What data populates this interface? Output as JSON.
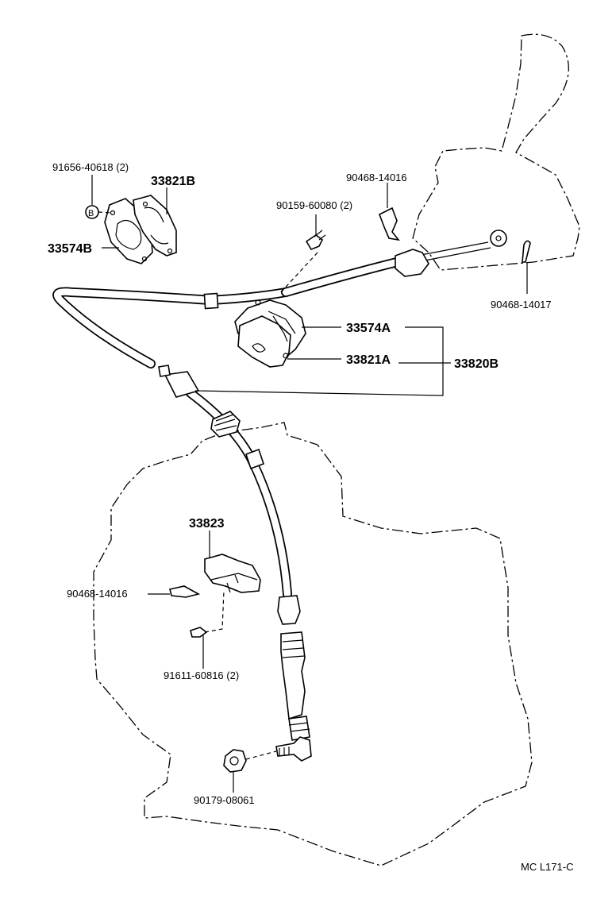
{
  "labels": {
    "p91656": "91656-40618 (2)",
    "p33821B": "33821B",
    "p33574B": "33574B",
    "p90468_top": "90468-14016",
    "p90159": "90159-60080 (2)",
    "p90468_17": "90468-14017",
    "p33574A": "33574A",
    "p33821A": "33821A",
    "p33820B": "33820B",
    "p33823": "33823",
    "p90468_left": "90468-14016",
    "p91611": "91611-60816 (2)",
    "p90179": "90179-08061",
    "ref_B": "B",
    "diagram_code": "MC L171-C"
  }
}
